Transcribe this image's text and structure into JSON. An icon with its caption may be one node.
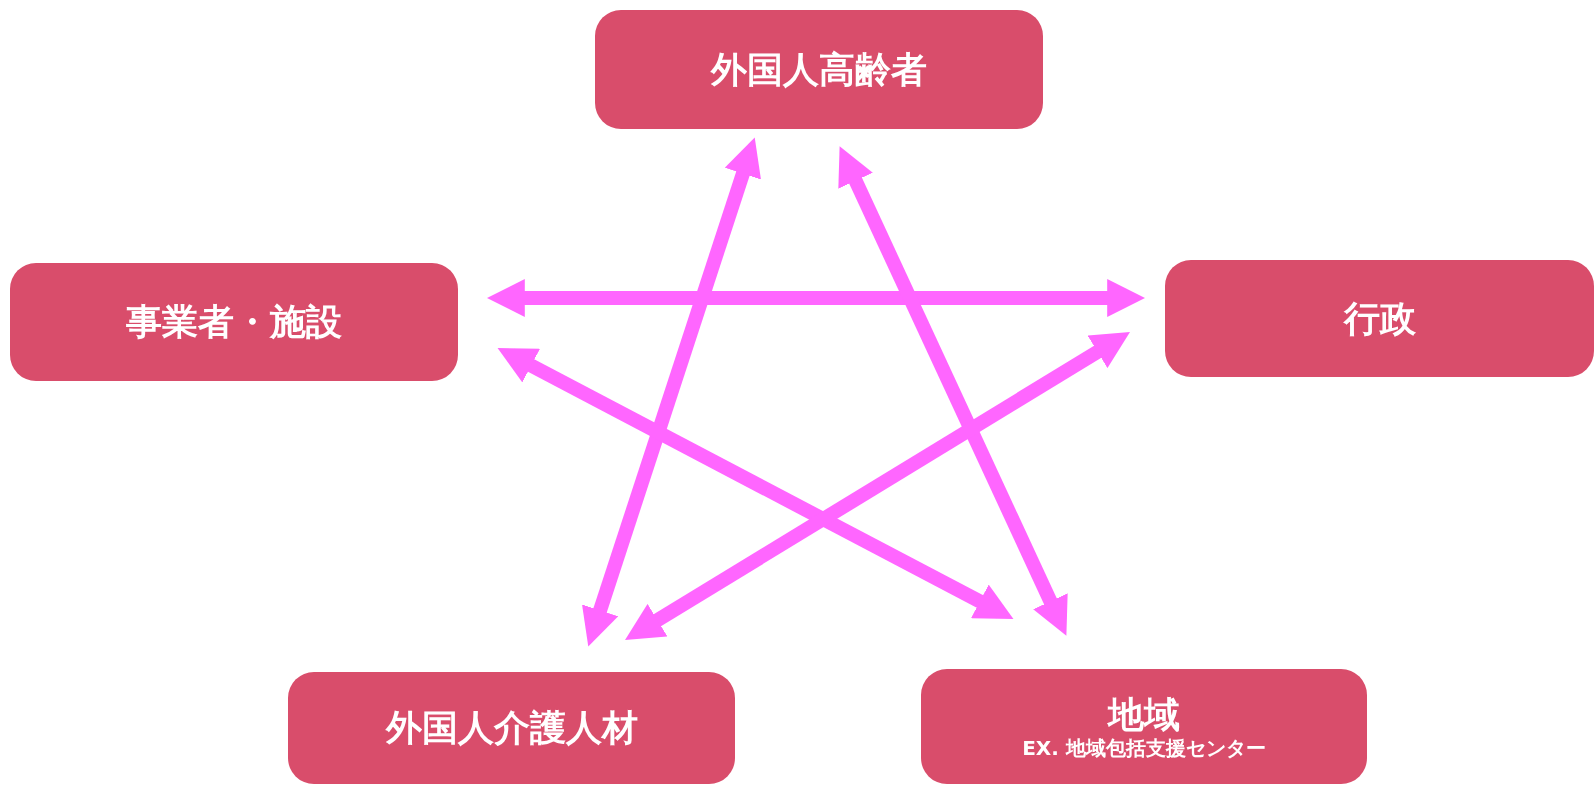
{
  "diagram": {
    "nodes": [
      {
        "text": [
          "外国人高齢者"
        ]
      },
      {
        "text": [
          "事業者・施設"
        ]
      },
      {
        "text": [
          "行政"
        ]
      },
      {
        "text": [
          "外国人介護人材"
        ]
      },
      {
        "text": [
          "地域",
          "EX. 地域包括支援センター"
        ]
      }
    ],
    "edges": [
      {
        "from": 1,
        "to": 2,
        "arrow": "both"
      },
      {
        "from": 0,
        "to": 3,
        "arrow": "both"
      },
      {
        "from": 0,
        "to": 4,
        "arrow": "both"
      },
      {
        "from": 1,
        "to": 4,
        "arrow": "both"
      },
      {
        "from": 2,
        "to": 3,
        "arrow": "both"
      }
    ]
  }
}
